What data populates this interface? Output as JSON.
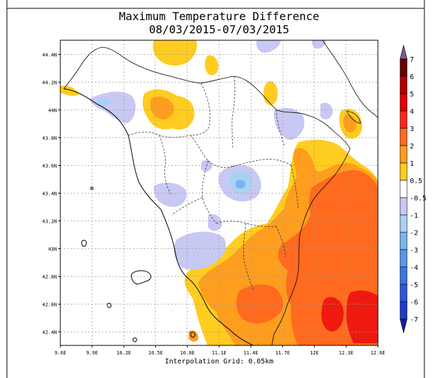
{
  "title_line1": "Maximum Temperature Difference",
  "title_line2": "08/03/2015-07/03/2015",
  "footer_label": "Interpolation Grid: 0.05km",
  "x_ticks": [
    "9.6E",
    "9.9E",
    "10.2E",
    "10.5E",
    "10.8E",
    "11.1E",
    "11.4E",
    "11.7E",
    "12E",
    "12.3E",
    "12.6E"
  ],
  "y_ticks": [
    "44.4N",
    "44.2N",
    "44N",
    "43.8N",
    "43.6N",
    "43.4N",
    "43.2N",
    "43N",
    "42.8N",
    "42.6N",
    "42.4N"
  ],
  "colorbar": {
    "labels": [
      "7",
      "6",
      "5",
      "4",
      "3",
      "2",
      "1",
      "0.5",
      "-0.5",
      "-1",
      "-2",
      "-3",
      "-4",
      "-5",
      "-6",
      "-7"
    ],
    "colors": [
      "#6b0000",
      "#b30000",
      "#e60000",
      "#ff2a1a",
      "#ff6a1e",
      "#ff9d1e",
      "#ffcc1e",
      "#ffffff",
      "#c8c8f4",
      "#a8d2f4",
      "#7ab4ee",
      "#5a96e8",
      "#3a76e2",
      "#2a5ad8",
      "#1e3cc8"
    ],
    "top_arrow_color": "#7a5a9a",
    "bottom_arrow_color": "#1a1aa0"
  },
  "palette": {
    "yellow": "#ffcc22",
    "orange": "#ff9d1e",
    "dark_orange": "#ff6a1e",
    "red": "#ee1a10",
    "lavender": "#c8c8f4",
    "light_blue": "#a8d2f4",
    "blue": "#7ab4ee"
  }
}
